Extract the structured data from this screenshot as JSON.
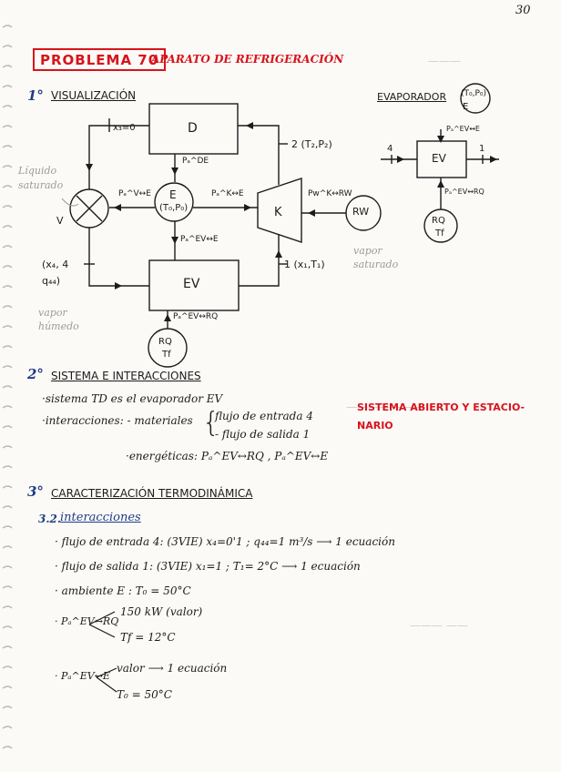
{
  "page_number": "30",
  "header": {
    "problem_label": "PROBLEMA 70",
    "subtitle": "APARATO DE REFRIGERACIÓN"
  },
  "section1": {
    "number": "1°",
    "title": "VISUALIZACIÓN",
    "diagram": {
      "box_D": "D",
      "box_E": "E",
      "box_E_state": "(T₀,P₀)",
      "box_K": "K",
      "box_EV": "EV",
      "circle_RW": "RW",
      "circle_RQ": "RQ",
      "circle_RQ_sub": "Tf",
      "valve_label": "V",
      "label_x3": "x₃=0",
      "label_state2": "2 (T₂,P₂)",
      "label_state1": "1 (x₁,T₁)",
      "label_state4": "(x₄, 4",
      "label_state4b": "q₄₄)",
      "p_DE": "Pₐ^DE",
      "p_VE": "Pₐ^V↔E",
      "p_KE": "Pₐ^K↔E",
      "p_KRW": "Pw^K↔RW",
      "p_EVE": "Pₐ^EV↔E",
      "p_EVRQ": "Pₐ^EV↔RQ",
      "note_liquid": "Líquido saturado",
      "note_vapor_sat": "vapor saturado",
      "note_vapor_hum": "vapor húmedo"
    },
    "evaporator": {
      "title": "EVAPORADOR",
      "env_circle": "(T₀,P₀)",
      "env_label": "E",
      "box": "EV",
      "in_label": "4",
      "out_label": "1",
      "p_EVE": "Pₐ^EV↔E",
      "p_EVRQ": "Pₐ^EV↔RQ",
      "circle_RQ": "RQ",
      "circle_RQ_sub": "Tf"
    }
  },
  "section2": {
    "number": "2°",
    "title": "SISTEMA E INTERACCIONES",
    "system_line": "·sistema TD es el evaporador EV",
    "interactions_label": "·interacciones: - materiales",
    "flow_in": "flujo de entrada 4",
    "flow_out": "- flujo de salida 1",
    "energy_line": "·energéticas: Pₐ^EV↔RQ , Pₐ^EV↔E",
    "red_note_1": "SISTEMA ABIERTO Y ESTACIO-",
    "red_note_2": "NARIO"
  },
  "section3": {
    "number": "3°",
    "title": "CARACTERIZACIÓN TERMODINÁMICA",
    "sub_number": "3.2.",
    "sub_title": "interacciones",
    "line1": "· flujo de entrada 4: (3VIE)  x₄=0'1 ; q₄₄=1 m³/s  ⟶  1 ecuación",
    "line2": "· flujo de salida 1: (3VIE)  x₁=1 ; T₁= 2°C  ⟶  1 ecuación",
    "line3": "· ambiente E : T₀ = 50°C",
    "line4_label": "· Pₐ^EV↔RQ",
    "line4_a": "150 kW (valor)",
    "line4_b": "Tf = 12°C",
    "line5_label": "· Pₐ^EV↔E",
    "line5_a": "valor  ⟶  1 ecuación",
    "line5_b": "T₀ = 50°C"
  },
  "colors": {
    "ink": "#1c1c1c",
    "red": "#d8131b",
    "blue_pen": "#1f3c86",
    "pencil": "#9b9b9b"
  }
}
